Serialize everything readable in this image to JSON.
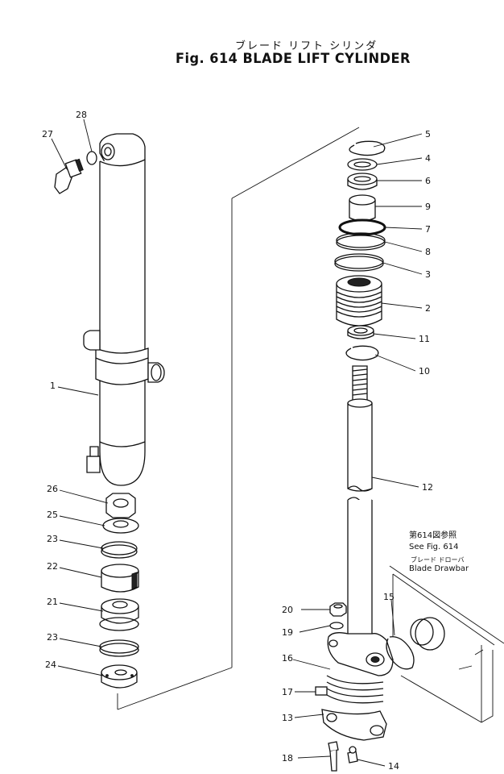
{
  "title": {
    "japanese": "ブレード リフト シリンダ",
    "english": "Fig. 614 BLADE LIFT CYLINDER"
  },
  "note": {
    "ref_jp": "第614図参照",
    "ref_en": "See Fig. 614",
    "part_jp": "ブレード ドローバ",
    "part_en": "Blade Drawbar"
  },
  "parts": [
    {
      "id": "p27",
      "label": "27"
    },
    {
      "id": "p28",
      "label": "28"
    },
    {
      "id": "p1",
      "label": "1"
    },
    {
      "id": "p26",
      "label": "26"
    },
    {
      "id": "p25",
      "label": "25"
    },
    {
      "id": "p23a",
      "label": "23"
    },
    {
      "id": "p22",
      "label": "22"
    },
    {
      "id": "p21",
      "label": "21"
    },
    {
      "id": "p23b",
      "label": "23"
    },
    {
      "id": "p24",
      "label": "24"
    },
    {
      "id": "p5",
      "label": "5"
    },
    {
      "id": "p4",
      "label": "4"
    },
    {
      "id": "p6",
      "label": "6"
    },
    {
      "id": "p9",
      "label": "9"
    },
    {
      "id": "p7",
      "label": "7"
    },
    {
      "id": "p8",
      "label": "8"
    },
    {
      "id": "p3",
      "label": "3"
    },
    {
      "id": "p2",
      "label": "2"
    },
    {
      "id": "p11",
      "label": "11"
    },
    {
      "id": "p10",
      "label": "10"
    },
    {
      "id": "p12",
      "label": "12"
    },
    {
      "id": "p20",
      "label": "20"
    },
    {
      "id": "p19",
      "label": "19"
    },
    {
      "id": "p15",
      "label": "15"
    },
    {
      "id": "p16",
      "label": "16"
    },
    {
      "id": "p17",
      "label": "17"
    },
    {
      "id": "p13",
      "label": "13"
    },
    {
      "id": "p18",
      "label": "18"
    },
    {
      "id": "p14",
      "label": "14"
    }
  ]
}
